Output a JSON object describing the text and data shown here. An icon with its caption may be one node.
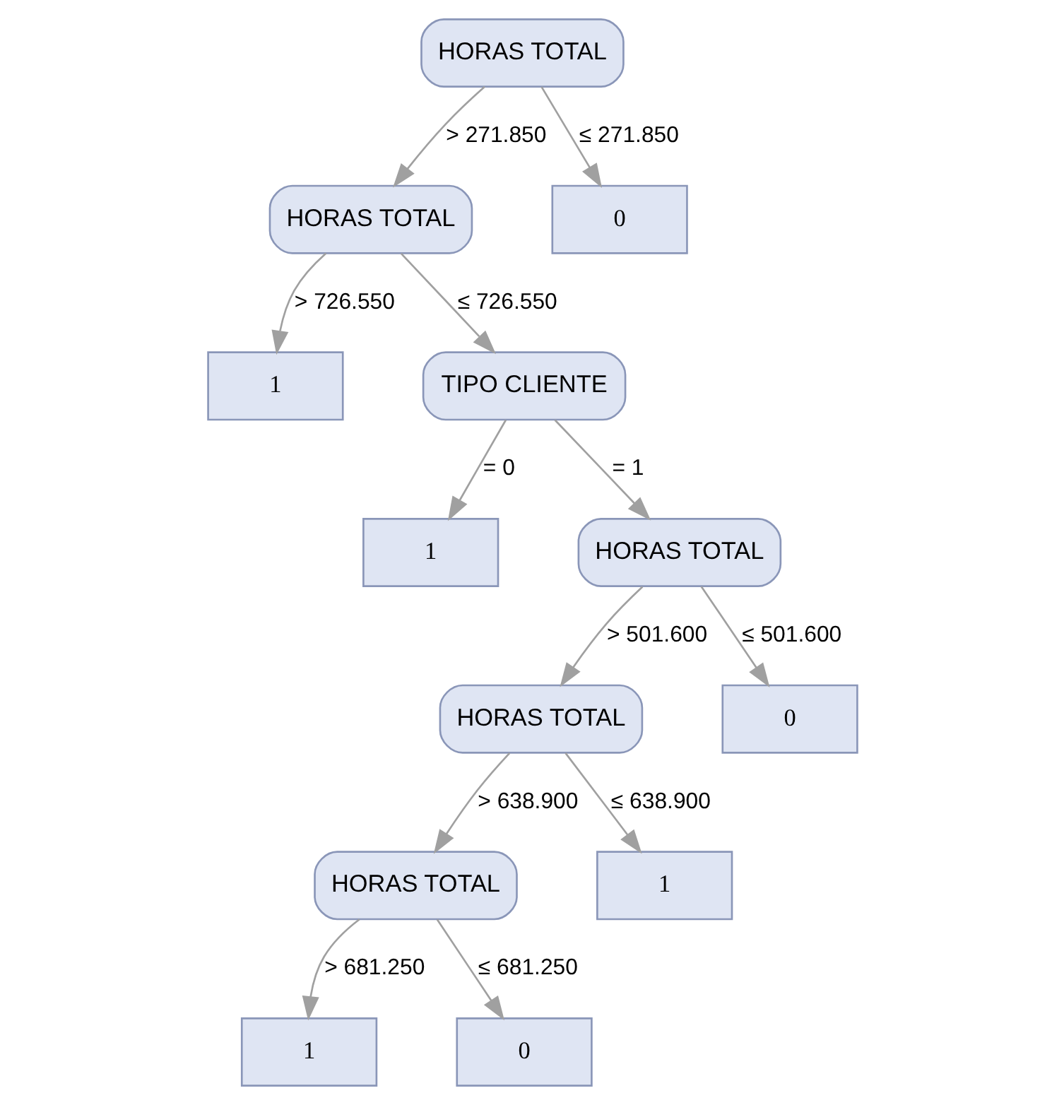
{
  "diagram": {
    "nodes": [
      {
        "text": [
          "HORAS TOTAL"
        ]
      },
      {
        "text": [
          "HORAS TOTAL"
        ]
      },
      {
        "text": [
          "0"
        ]
      },
      {
        "text": [
          "1"
        ]
      },
      {
        "text": [
          "TIPO CLIENTE"
        ]
      },
      {
        "text": [
          "1"
        ]
      },
      {
        "text": [
          "HORAS TOTAL"
        ]
      },
      {
        "text": [
          "HORAS TOTAL"
        ]
      },
      {
        "text": [
          "0"
        ]
      },
      {
        "text": [
          "HORAS TOTAL"
        ]
      },
      {
        "text": [
          "1"
        ]
      },
      {
        "text": [
          "1"
        ]
      },
      {
        "text": [
          "0"
        ]
      }
    ],
    "edges": [
      {
        "from": 0,
        "to": 1,
        "arrow": "to",
        "label": "> 271.850"
      },
      {
        "from": 0,
        "to": 2,
        "arrow": "to",
        "label": "≤ 271.850"
      },
      {
        "from": 1,
        "to": 3,
        "arrow": "to",
        "label": "> 726.550"
      },
      {
        "from": 1,
        "to": 4,
        "arrow": "to",
        "label": "≤ 726.550"
      },
      {
        "from": 4,
        "to": 5,
        "arrow": "to",
        "label": "= 0"
      },
      {
        "from": 4,
        "to": 6,
        "arrow": "to",
        "label": "= 1"
      },
      {
        "from": 6,
        "to": 7,
        "arrow": "to",
        "label": "> 501.600"
      },
      {
        "from": 6,
        "to": 8,
        "arrow": "to",
        "label": "≤ 501.600"
      },
      {
        "from": 7,
        "to": 9,
        "arrow": "to",
        "label": "> 638.900"
      },
      {
        "from": 7,
        "to": 10,
        "arrow": "to",
        "label": "≤ 638.900"
      },
      {
        "from": 9,
        "to": 11,
        "arrow": "to",
        "label": "> 681.250"
      },
      {
        "from": 9,
        "to": 12,
        "arrow": "to",
        "label": "≤ 681.250"
      }
    ]
  }
}
